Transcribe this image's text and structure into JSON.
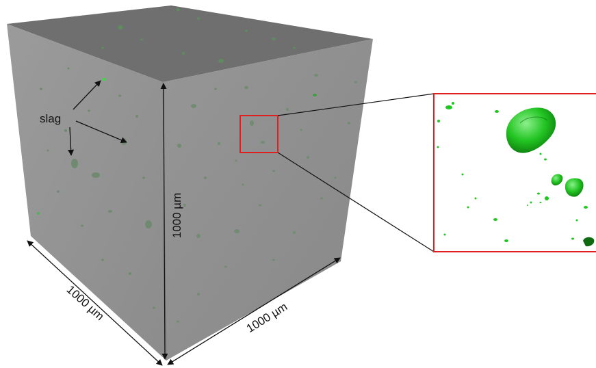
{
  "labels": {
    "slag": "slag",
    "dim_vertical": "1000 µm",
    "dim_left": "1000 µm",
    "dim_right": "1000 µm"
  },
  "colors": {
    "cube_top": "#6e6e6e",
    "cube_left": "#939393",
    "cube_front": "#8e8e8e",
    "inclusion": "#5fa060",
    "zoom_frame": "#e02020",
    "zoom_particle": "#1ec81e",
    "arrow": "#111111"
  }
}
